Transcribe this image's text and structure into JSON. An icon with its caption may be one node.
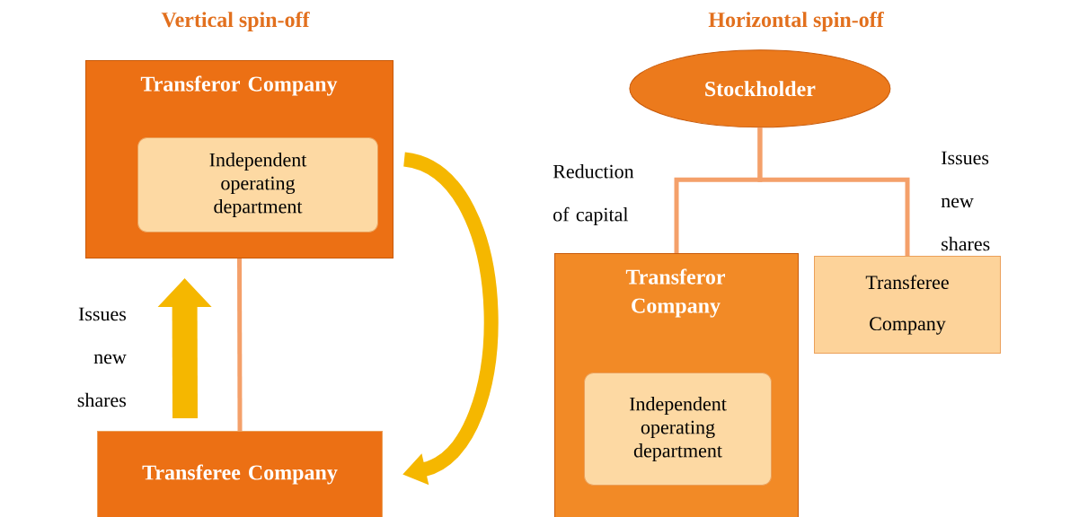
{
  "diagram": {
    "nodes": [
      {
        "text": [
          "Transferor Company"
        ]
      },
      {
        "text": [
          "Independent operating department"
        ],
        "in": 0
      },
      {
        "text": [
          "Transferee Company"
        ]
      },
      {
        "text": [
          "Stockholder"
        ]
      },
      {
        "text": [
          "Transferor Company"
        ]
      },
      {
        "text": [
          "Independent operating department"
        ],
        "in": 4
      },
      {
        "text": [
          "Transferee Company"
        ]
      }
    ],
    "edges": [
      {
        "from": 0,
        "to": 2,
        "arrow": "none"
      },
      {
        "from": 0,
        "to": 2,
        "arrow": "to",
        "style": "thick",
        "color": "#f5b700"
      },
      {
        "from": 2,
        "to": 0,
        "arrow": "to",
        "label": "Issues new shares",
        "style": "thick",
        "color": "#f5b700"
      },
      {
        "from": 3,
        "to": 4,
        "arrow": "none",
        "label": "Reduction of capital"
      },
      {
        "from": 3,
        "to": 6,
        "arrow": "none",
        "label": "Issues new shares"
      }
    ],
    "labels": [
      "Vertical spin-off",
      "Horizontal spin-off"
    ]
  }
}
